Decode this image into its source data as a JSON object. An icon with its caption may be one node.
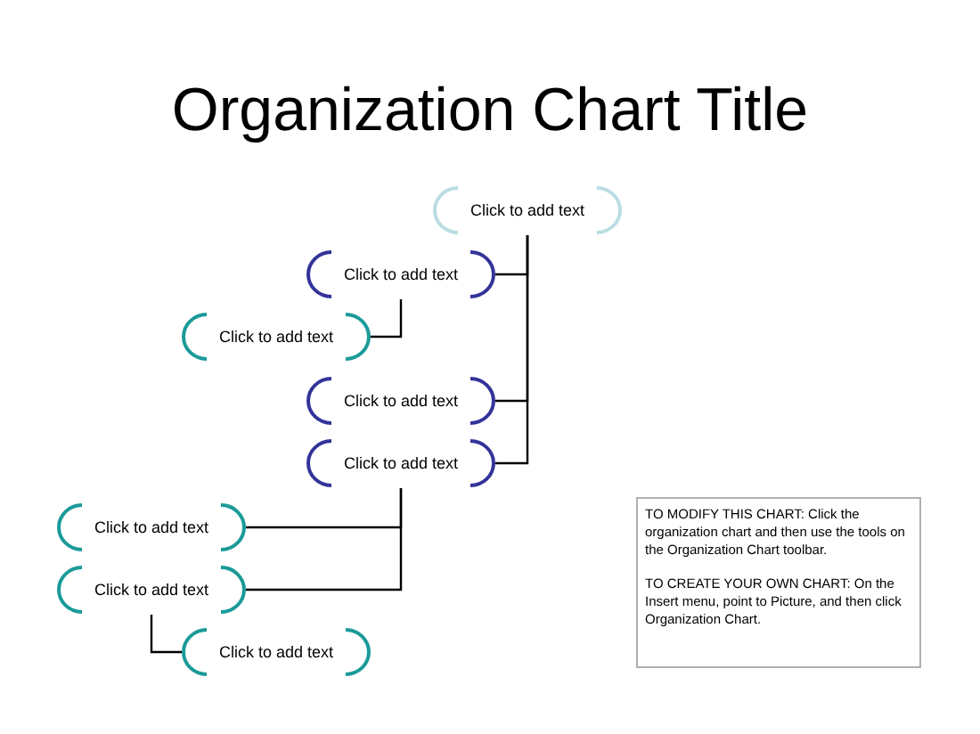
{
  "diagram": {
    "title": "Organization Chart Title",
    "nodes": [
      {
        "text": [
          "Click to add text"
        ]
      },
      {
        "text": [
          "Click to add text"
        ]
      },
      {
        "text": [
          "Click to add text"
        ]
      },
      {
        "text": [
          "Click to add text"
        ]
      },
      {
        "text": [
          "Click to add text"
        ]
      },
      {
        "text": [
          "Click to add text"
        ]
      },
      {
        "text": [
          "Click to add text"
        ]
      },
      {
        "text": [
          "Click to add text"
        ]
      },
      {
        "text": [
          "TO MODIFY THIS CHART: Click the organization chart and then use the tools on the Organization Chart toolbar.",
          "TO CREATE YOUR OWN CHART: On the Insert menu, point to Picture, and then click Organization Chart."
        ]
      }
    ],
    "edges": [
      {
        "from": 0,
        "to": 1,
        "arrow": "none"
      },
      {
        "from": 0,
        "to": 3,
        "arrow": "none"
      },
      {
        "from": 0,
        "to": 4,
        "arrow": "none"
      },
      {
        "from": 1,
        "to": 2,
        "arrow": "none"
      },
      {
        "from": 4,
        "to": 5,
        "arrow": "none"
      },
      {
        "from": 4,
        "to": 6,
        "arrow": "none"
      },
      {
        "from": 6,
        "to": 7,
        "arrow": "none"
      }
    ]
  }
}
